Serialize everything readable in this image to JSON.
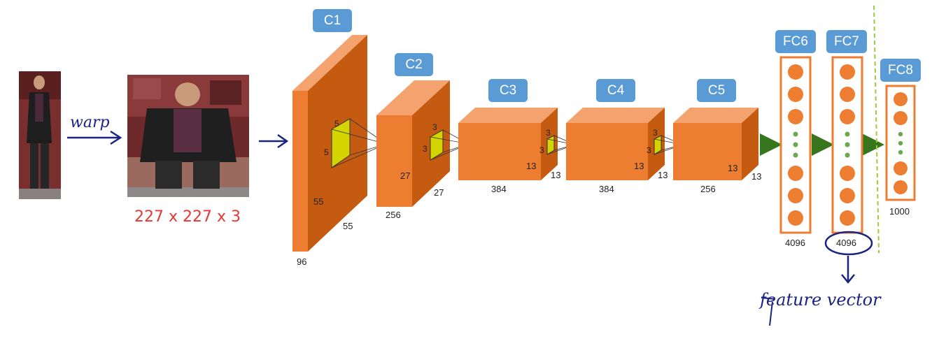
{
  "layers": {
    "c1": {
      "label": "C1",
      "height": "55",
      "width": "55",
      "depth": "96",
      "kernel_h": "5",
      "kernel_w": "5"
    },
    "c2": {
      "label": "C2",
      "height": "27",
      "width": "27",
      "depth": "256",
      "kernel_h": "3",
      "kernel_w": "3"
    },
    "c3": {
      "label": "C3",
      "height": "13",
      "width": "13",
      "depth": "384",
      "kernel_h": "3",
      "kernel_w": "3"
    },
    "c4": {
      "label": "C4",
      "height": "13",
      "width": "13",
      "depth": "384",
      "kernel_h": "3",
      "kernel_w": "3"
    },
    "c5": {
      "label": "C5",
      "height": "13",
      "width": "13",
      "depth": "256"
    },
    "fc6": {
      "label": "FC6",
      "size": "4096"
    },
    "fc7": {
      "label": "FC7",
      "size": "4096"
    },
    "fc8": {
      "label": "FC8",
      "size": "1000"
    }
  },
  "annotations": {
    "warp": "warp",
    "input_size": "227 x 227 x 3",
    "feature_vector": "feature vector"
  },
  "colors": {
    "layer_front": "#ed7d31",
    "layer_top": "#f4a36e",
    "layer_side": "#c55a11",
    "kernel": "#d4d400",
    "label_bg": "#5b9bd5",
    "arrow_green": "#38761d",
    "neuron": "#ed7d31",
    "ink_blue": "#1a237e",
    "ink_red": "#e53935",
    "dashed_line": "#9ccc3c"
  }
}
